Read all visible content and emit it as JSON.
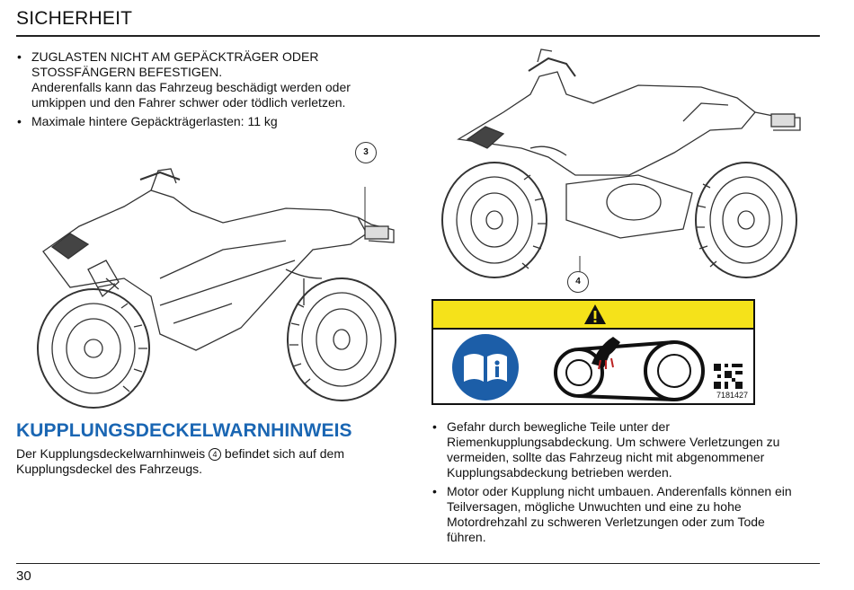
{
  "header": {
    "title": "SICHERHEIT"
  },
  "left_bullets": [
    {
      "lines": [
        "ZUGLASTEN NICHT AM GEPÄCKTRÄGER ODER",
        "STOSSFÄNGERN BEFESTIGEN.",
        "Anderenfalls kann das Fahrzeug beschädigt werden oder",
        "umkippen und den Fahrer schwer oder tödlich verletzen."
      ]
    },
    {
      "lines": [
        "Maximale hintere Gepäckträgerlasten: 11 kg"
      ]
    }
  ],
  "figures": {
    "callout_rack": "3",
    "callout_clutch": "4"
  },
  "safety_label": {
    "code": "7181427"
  },
  "section": {
    "heading": "KUPPLUNGSDECKELWARNHINWEIS",
    "body_part1": "Der Kupplungsdeckelwarnhinweis",
    "body_ref": "4",
    "body_part2": "befindet sich auf dem",
    "body_line2": "Kupplungsdeckel des Fahrzeugs."
  },
  "right_bullets": [
    {
      "lines": [
        "Gefahr durch bewegliche Teile unter der",
        "Riemenkupplungsabdeckung. Um schwere Verletzungen zu",
        "vermeiden, sollte das Fahrzeug nicht mit abgenommener",
        "Kupplungsabdeckung betrieben werden."
      ]
    },
    {
      "lines": [
        "Motor oder Kupplung nicht umbauen. Anderenfalls können ein",
        "Teilversagen, mögliche Unwuchten und eine zu hohe",
        "Motordrehzahl zu schweren Verletzungen oder zum Tode",
        "führen."
      ]
    }
  ],
  "footer": {
    "page_number": "30"
  },
  "colors": {
    "accent": "#1a66b3",
    "warning": "#f5e21a",
    "info": "#1c5ea8"
  }
}
